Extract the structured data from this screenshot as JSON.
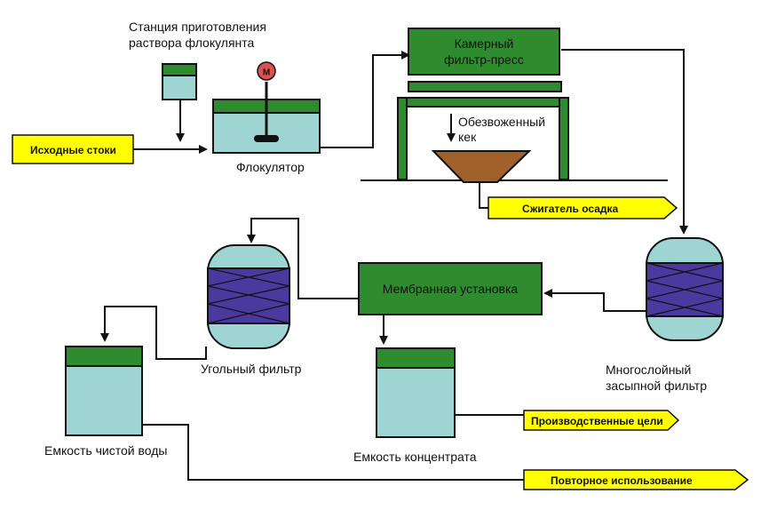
{
  "labels": {
    "flocculant_station_line1": "Станция приготовления",
    "flocculant_station_line2": "раствора флокулянта",
    "source_water": "Исходные стоки",
    "flocculator": "Флокулятор",
    "filter_press_line1": "Камерный",
    "filter_press_line2": "фильтр-пресс",
    "dewatered_cake_line1": "Обезвоженный",
    "dewatered_cake_line2": "кек",
    "sludge_incinerator": "Сжигатель осадка",
    "membrane_unit": "Мембранная установка",
    "carbon_filter": "Угольный фильтр",
    "multilayer_filter_line1": "Многослойный",
    "multilayer_filter_line2": "засыпной фильтр",
    "clean_water_tank": "Емкость чистой воды",
    "concentrate_tank": "Емкость концентрата",
    "production_use": "Производственные цели",
    "reuse": "Повторное использование",
    "motor": "М"
  },
  "colors": {
    "green": "#2e8b2e",
    "water": "#9ed4d2",
    "media": "#4a3aa0",
    "cake": "#a0622a",
    "tag": "#ffff00",
    "motor": "#e05050"
  }
}
